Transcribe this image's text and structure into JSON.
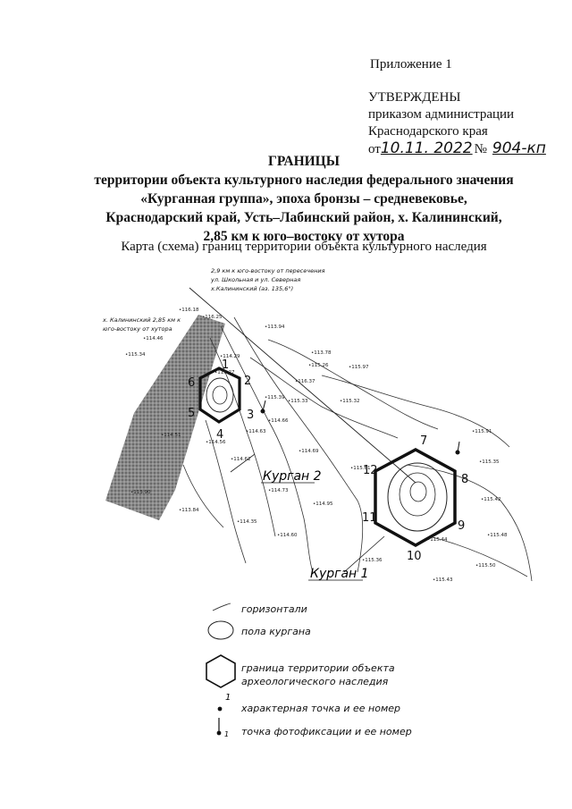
{
  "header": {
    "appendix": "Приложение 1",
    "approved": "УТВЕРЖДЕНЫ",
    "order_line1": "приказом администрации",
    "order_line2": "Краснодарского края",
    "date_prefix": "от",
    "date_value": "10.11. 2022",
    "number_prefix": "№",
    "number_value": "904-кп"
  },
  "title": {
    "heading": "ГРАНИЦЫ",
    "line1": "территории объекта культурного наследия федерального значения",
    "line2": "«Курганная группа», эпоха бронзы – средневековье,",
    "line3": "Краснодарский край, Усть–Лабинский район, х. Калининский,",
    "line4": "2,85 км к юго–востоку от хутора"
  },
  "map_caption": "Карта (схема) границ территории объекта культурного наследия",
  "map": {
    "note_top_1": "2,9 км к юго-востоку от пересечения",
    "note_top_2": "ул. Школьная и ул. Северная",
    "note_top_3": "х.Калининский (аз. 135,6°)",
    "note_left_1": "х. Калининский 2,85 км к",
    "note_left_2": "юго-востоку от хутора",
    "kurgan1": "Курган 1",
    "kurgan2": "Курган 2",
    "points_k2": [
      "1",
      "2",
      "3",
      "4",
      "5",
      "6"
    ],
    "points_k1": [
      "7",
      "8",
      "9",
      "10",
      "11",
      "12"
    ],
    "elevations": [
      "116.18",
      "116.25",
      "113.94",
      "114.46",
      "114.29",
      "113.78",
      "115.26",
      "115.97",
      "116.37",
      "115.34",
      "115.27",
      "115.39",
      "115.33",
      "114.63",
      "114.56",
      "114.66",
      "115.91",
      "115.32",
      "115.35",
      "114.62",
      "114.69",
      "115.61",
      "115.42",
      "115.48",
      "115.44",
      "115.50",
      "115.43",
      "115.36",
      "114.60",
      "114.95",
      "114.51",
      "114.35",
      "113.84",
      "113.90",
      "114.73"
    ]
  },
  "legend": {
    "contours": "горизонтали",
    "kurgan_floor": "пола кургана",
    "boundary_1": "граница территории объекта",
    "boundary_2": "археологического наследия",
    "char_point": "характерная точка и ее номер",
    "char_point_num": "1",
    "photo_point": "точка фотофиксации и ее номер",
    "photo_point_num": "1"
  }
}
